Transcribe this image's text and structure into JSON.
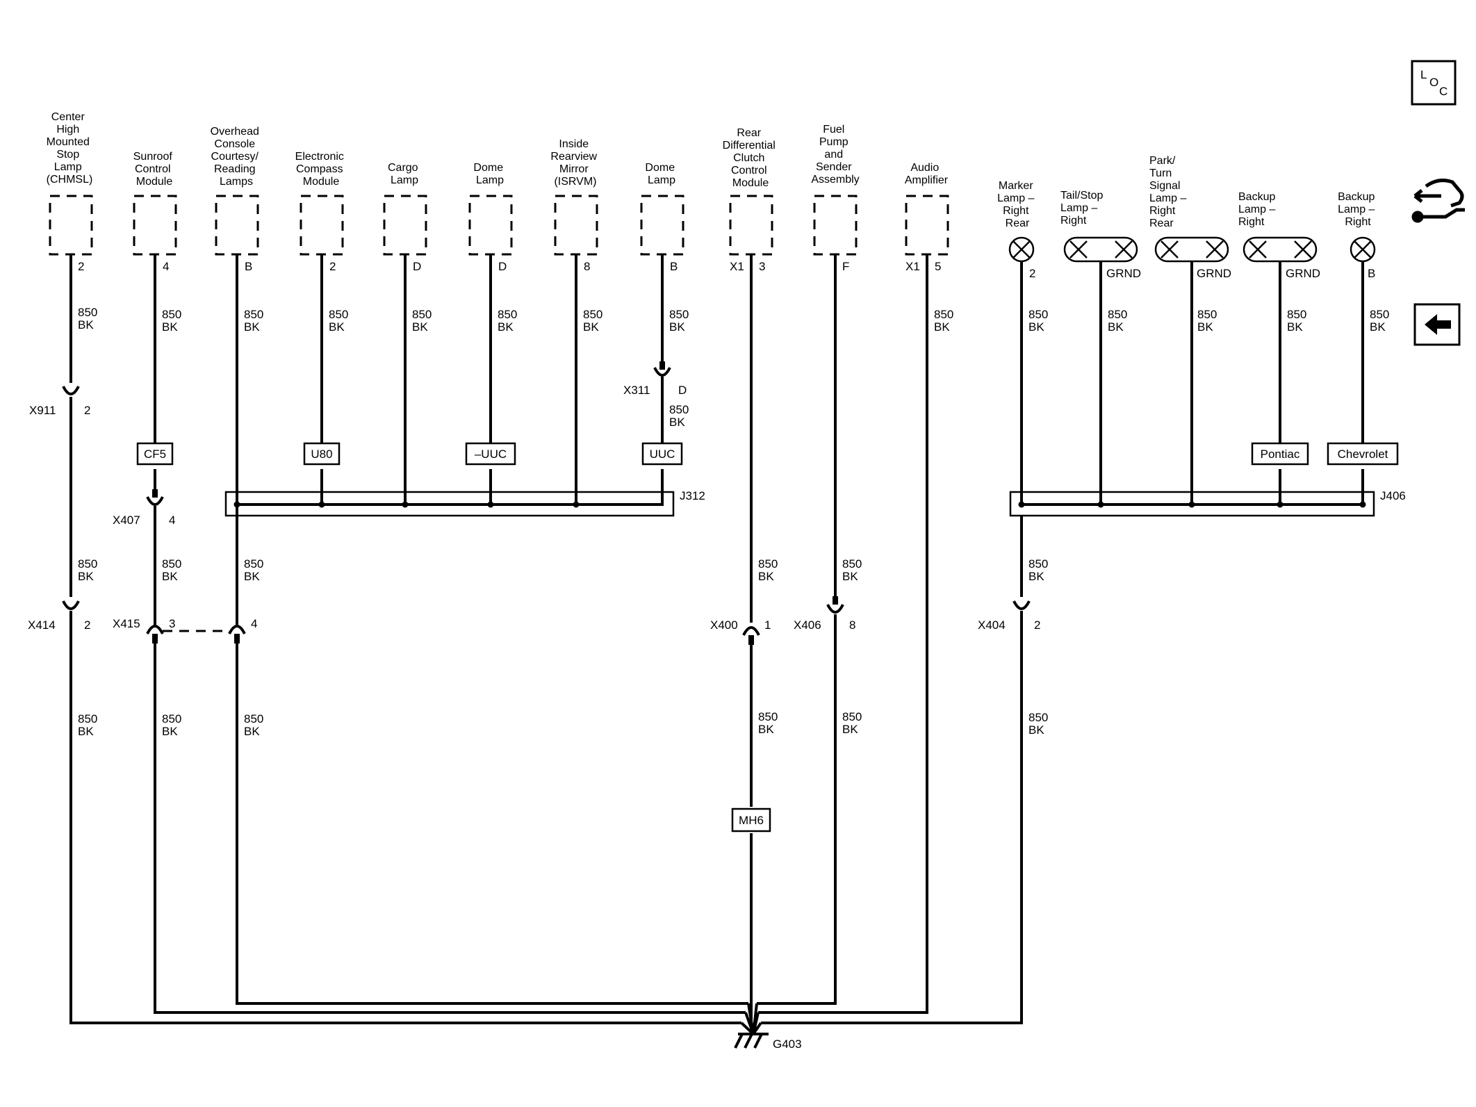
{
  "components": [
    {
      "id": "chmsl",
      "lines": [
        "Center",
        "High",
        "Mounted",
        "Stop",
        "Lamp",
        "(CHMSL)"
      ],
      "pin": "2"
    },
    {
      "id": "sunroof",
      "lines": [
        "Sunroof",
        "Control",
        "Module"
      ],
      "pin": "4"
    },
    {
      "id": "overhead",
      "lines": [
        "Overhead",
        "Console",
        "Courtesy/",
        "Reading",
        "Lamps"
      ],
      "pin": "B"
    },
    {
      "id": "compass",
      "lines": [
        "Electronic",
        "Compass",
        "Module"
      ],
      "pin": "2"
    },
    {
      "id": "cargo",
      "lines": [
        "Cargo",
        "Lamp"
      ],
      "pin": "D"
    },
    {
      "id": "dome1",
      "lines": [
        "Dome",
        "Lamp"
      ],
      "pin": "D"
    },
    {
      "id": "mirror",
      "lines": [
        "Inside",
        "Rearview",
        "Mirror",
        "(ISRVM)"
      ],
      "pin": "8"
    },
    {
      "id": "dome2",
      "lines": [
        "Dome",
        "Lamp"
      ],
      "pin": "B"
    },
    {
      "id": "rdcm",
      "lines": [
        "Rear",
        "Differential",
        "Clutch",
        "Control",
        "Module"
      ],
      "pin": "3",
      "conn": "X1"
    },
    {
      "id": "fuel",
      "lines": [
        "Fuel",
        "Pump",
        "and",
        "Sender",
        "Assembly"
      ],
      "pin": "F"
    },
    {
      "id": "audio",
      "lines": [
        "Audio",
        "Amplifier"
      ],
      "pin": "5",
      "conn": "X1"
    },
    {
      "id": "marker",
      "lines": [
        "Marker",
        "Lamp –",
        "Right",
        "Rear"
      ],
      "pin": "2"
    },
    {
      "id": "tailstop",
      "lines": [
        "Tail/Stop",
        "Lamp –",
        "Right"
      ],
      "pin": "GRND"
    },
    {
      "id": "parkturn",
      "lines": [
        "Park/",
        "Turn",
        "Signal",
        "Lamp –",
        "Right",
        "Rear"
      ],
      "pin": "GRND"
    },
    {
      "id": "backup1",
      "lines": [
        "Backup",
        "Lamp –",
        "Right"
      ],
      "pin": "GRND"
    },
    {
      "id": "backup2",
      "lines": [
        "Backup",
        "Lamp –",
        "Right"
      ],
      "pin": "B"
    }
  ],
  "wire": {
    "circuit": "850",
    "color": "BK"
  },
  "connectors": {
    "x911": {
      "name": "X911",
      "pin": "2"
    },
    "x311": {
      "name": "X311",
      "pin": "D"
    },
    "x407": {
      "name": "X407",
      "pin": "4"
    },
    "x414": {
      "name": "X414",
      "pin": "2"
    },
    "x415a": {
      "name": "X415",
      "pin": "3"
    },
    "x415b": {
      "pin": "4"
    },
    "x400": {
      "name": "X400",
      "pin": "1"
    },
    "x406": {
      "name": "X406",
      "pin": "8"
    },
    "x404": {
      "name": "X404",
      "pin": "2"
    }
  },
  "options": {
    "cf5": "CF5",
    "u80": "U80",
    "nuuc": "–UUC",
    "uuc": "UUC",
    "pontiac": "Pontiac",
    "chevrolet": "Chevrolet",
    "mh6": "MH6"
  },
  "splices": {
    "j312": "J312",
    "j406": "J406"
  },
  "ground": "G403",
  "nav": {
    "loc": [
      "L",
      "O",
      "C"
    ]
  }
}
